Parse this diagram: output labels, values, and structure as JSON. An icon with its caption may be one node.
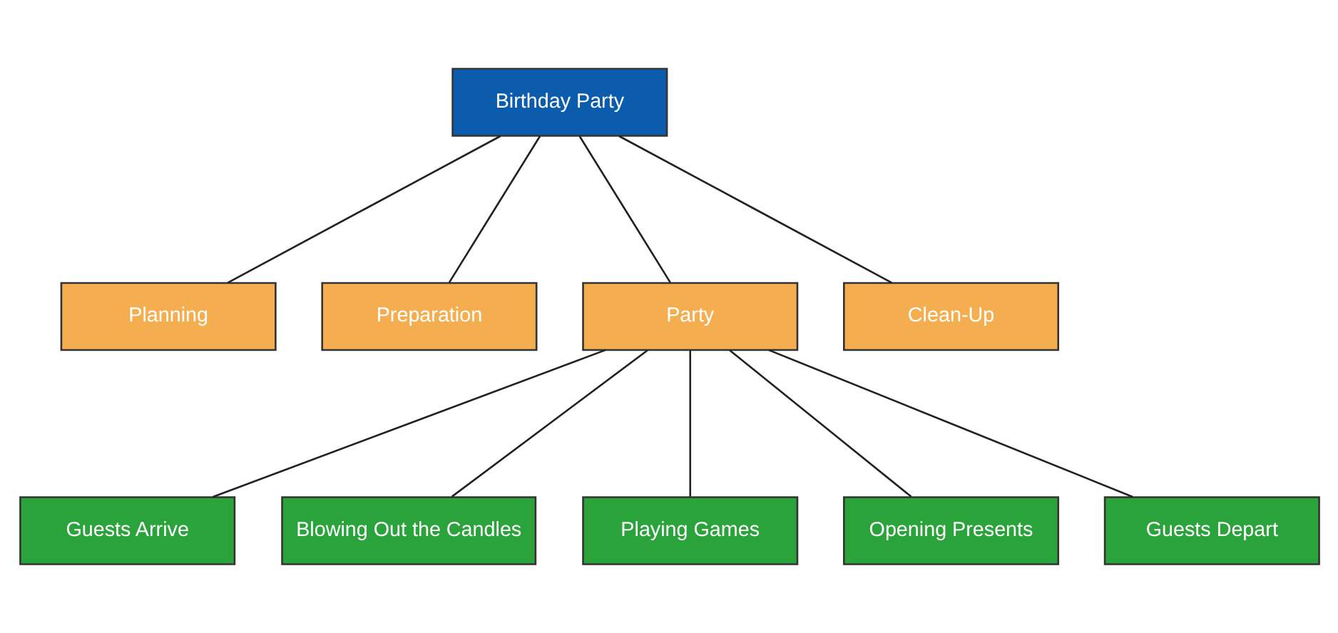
{
  "diagram": {
    "nodes": [
      {
        "text": [
          "Birthday Party"
        ]
      },
      {
        "text": [
          "Planning"
        ]
      },
      {
        "text": [
          "Preparation"
        ]
      },
      {
        "text": [
          "Party"
        ]
      },
      {
        "text": [
          "Clean-Up"
        ]
      },
      {
        "text": [
          "Guests Arrive"
        ]
      },
      {
        "text": [
          "Blowing Out the Candles"
        ]
      },
      {
        "text": [
          "Playing Games"
        ]
      },
      {
        "text": [
          "Opening Presents"
        ]
      },
      {
        "text": [
          "Guests Depart"
        ]
      }
    ],
    "edges": [
      {
        "from": 0,
        "to": 1,
        "arrow": "none"
      },
      {
        "from": 0,
        "to": 2,
        "arrow": "none"
      },
      {
        "from": 0,
        "to": 3,
        "arrow": "none"
      },
      {
        "from": 0,
        "to": 4,
        "arrow": "none"
      },
      {
        "from": 3,
        "to": 5,
        "arrow": "none"
      },
      {
        "from": 3,
        "to": 6,
        "arrow": "none"
      },
      {
        "from": 3,
        "to": 7,
        "arrow": "none"
      },
      {
        "from": 3,
        "to": 8,
        "arrow": "none"
      },
      {
        "from": 3,
        "to": 9,
        "arrow": "none"
      }
    ]
  }
}
